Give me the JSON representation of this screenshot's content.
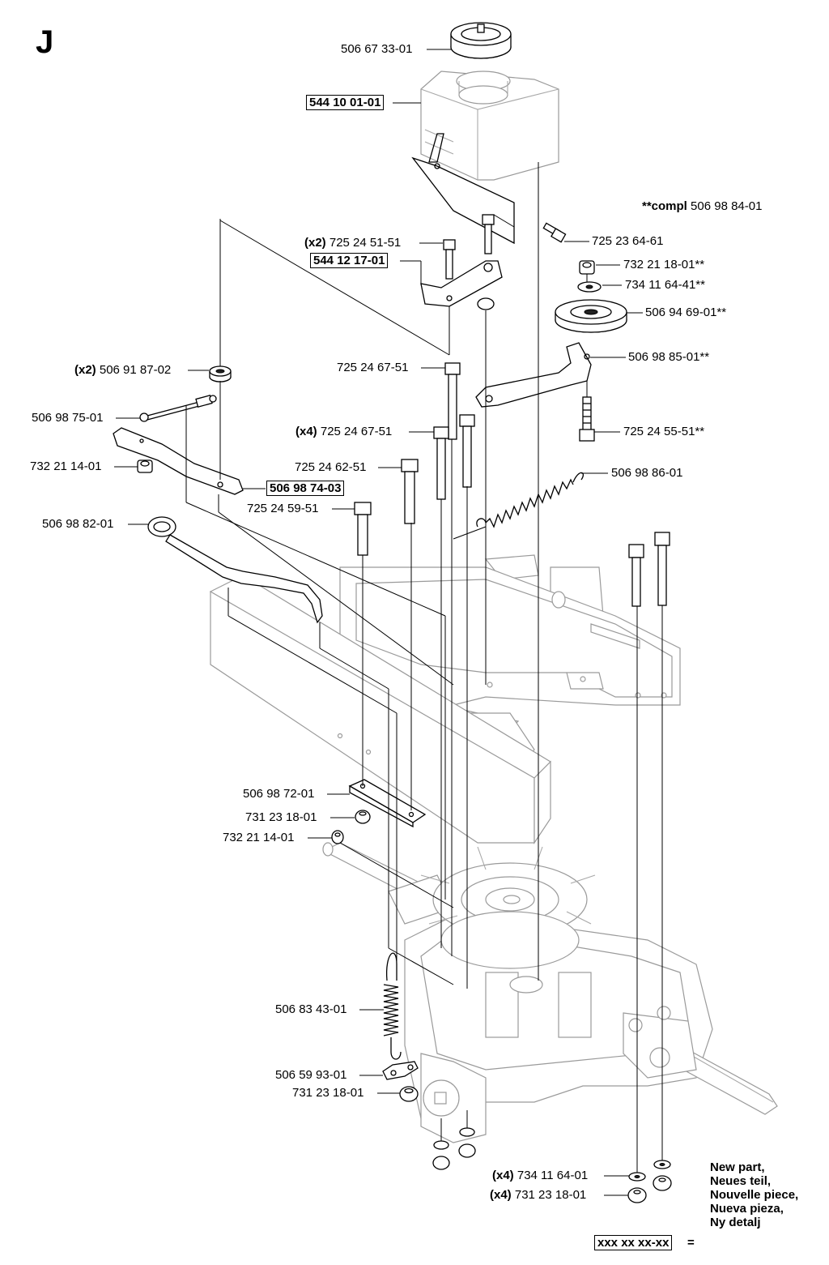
{
  "section_letter": "J",
  "compl_note": {
    "prefix": "**compl",
    "number": "506 98 84-01"
  },
  "parts": [
    {
      "id": "p1",
      "qty": "",
      "number": "506 67 33-01",
      "boxed": false
    },
    {
      "id": "p2",
      "qty": "",
      "number": "544 10 01-01",
      "boxed": true
    },
    {
      "id": "p3",
      "qty": "",
      "number": "725 23 64-61",
      "boxed": false
    },
    {
      "id": "p4",
      "qty": "(x2)",
      "number": "725 24 51-51",
      "boxed": false
    },
    {
      "id": "p5",
      "qty": "",
      "number": "544 12 17-01",
      "boxed": true
    },
    {
      "id": "p6",
      "qty": "",
      "number": "732 21 18-01**",
      "boxed": false
    },
    {
      "id": "p7",
      "qty": "",
      "number": "734 11 64-41**",
      "boxed": false
    },
    {
      "id": "p8",
      "qty": "",
      "number": "506 94 69-01**",
      "boxed": false
    },
    {
      "id": "p9",
      "qty": "",
      "number": "506 98 85-01**",
      "boxed": false
    },
    {
      "id": "p10",
      "qty": "(x2)",
      "number": "506 91 87-02",
      "boxed": false
    },
    {
      "id": "p11",
      "qty": "",
      "number": "725 24 67-51",
      "boxed": false
    },
    {
      "id": "p12",
      "qty": "",
      "number": "506 98 75-01",
      "boxed": false
    },
    {
      "id": "p13",
      "qty": "(x4)",
      "number": "725 24 67-51",
      "boxed": false
    },
    {
      "id": "p14",
      "qty": "",
      "number": "725 24 55-51**",
      "boxed": false
    },
    {
      "id": "p15",
      "qty": "",
      "number": "732 21 14-01",
      "boxed": false
    },
    {
      "id": "p16",
      "qty": "",
      "number": "725 24 62-51",
      "boxed": false
    },
    {
      "id": "p17",
      "qty": "",
      "number": "506 98 86-01",
      "boxed": false
    },
    {
      "id": "p18",
      "qty": "",
      "number": "506 98 74-03",
      "boxed": true
    },
    {
      "id": "p19",
      "qty": "",
      "number": "725 24 59-51",
      "boxed": false
    },
    {
      "id": "p20",
      "qty": "",
      "number": "506 98 82-01",
      "boxed": false
    },
    {
      "id": "p21",
      "qty": "",
      "number": "506 98 72-01",
      "boxed": false
    },
    {
      "id": "p22",
      "qty": "",
      "number": "731 23 18-01",
      "boxed": false
    },
    {
      "id": "p23",
      "qty": "",
      "number": "732 21 14-01",
      "boxed": false
    },
    {
      "id": "p24",
      "qty": "",
      "number": "506 83 43-01",
      "boxed": false
    },
    {
      "id": "p25",
      "qty": "",
      "number": "506 59 93-01",
      "boxed": false
    },
    {
      "id": "p26",
      "qty": "",
      "number": "731 23 18-01",
      "boxed": false
    },
    {
      "id": "p27",
      "qty": "(x4)",
      "number": "734 11 64-01",
      "boxed": false
    },
    {
      "id": "p28",
      "qty": "(x4)",
      "number": "731 23 18-01",
      "boxed": false
    }
  ],
  "legend": {
    "box_text": "xxx xx xx-xx",
    "equals": "=",
    "lines": [
      "New part,",
      "Neues teil,",
      "Nouvelle piece,",
      "Nueva pieza,",
      "Ny detalj"
    ]
  }
}
